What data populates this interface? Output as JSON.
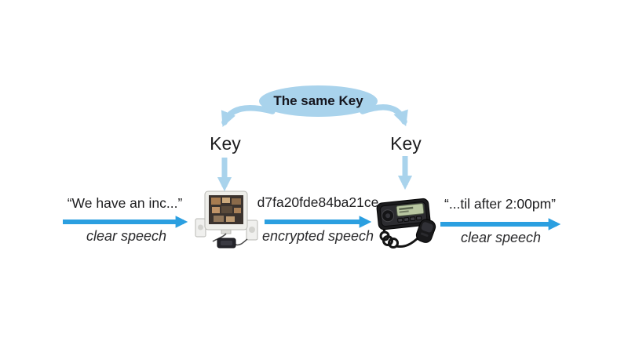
{
  "diagram": {
    "bubble_label": "The same Key",
    "key_left": "Key",
    "key_right": "Key",
    "stages": [
      {
        "text": "“We have an inc...”",
        "label": "clear speech"
      },
      {
        "text": "d7fa20fde84ba21ce",
        "label": "encrypted speech"
      },
      {
        "text": "“...til after 2:00pm”",
        "label": "clear speech"
      }
    ],
    "devices": {
      "sender": "desktop-computer-with-speakers",
      "receiver": "mobile-radio-with-microphone"
    },
    "colors": {
      "light_blue": "#a9d3ec",
      "flow_blue": "#2b9fe0",
      "text": "#1d1d1f",
      "background": "#ffffff"
    }
  }
}
